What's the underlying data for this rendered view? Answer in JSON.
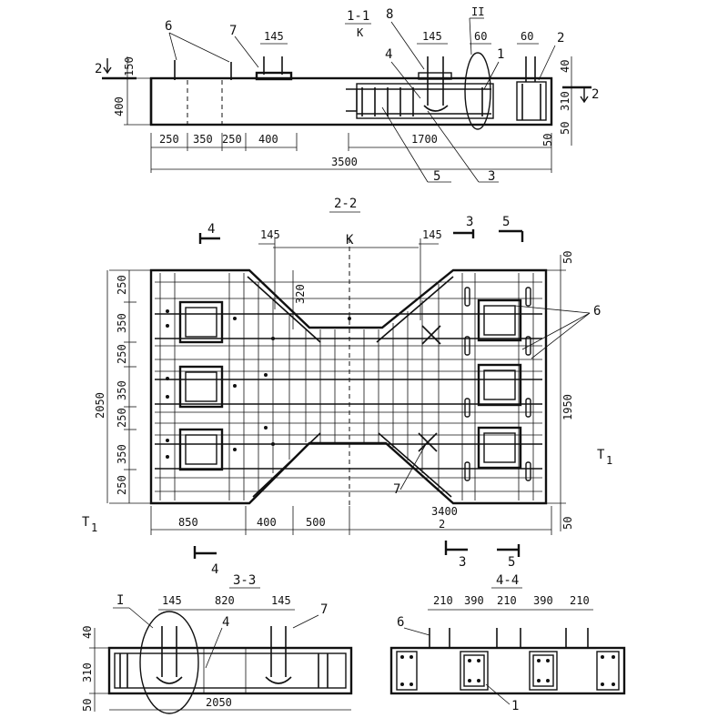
{
  "sections": {
    "s11": "1-1",
    "s22": "2-2",
    "s33": "3-3",
    "s44": "4-4"
  },
  "labels": {
    "k": "K",
    "roman2": "II",
    "roman1": "I",
    "T1": "T",
    "T1sub": "1"
  },
  "callouts": {
    "c1": "1",
    "c2": "2",
    "c3": "3",
    "c4": "4",
    "c5": "5",
    "c6": "6",
    "c7": "7",
    "c8": "8"
  },
  "cut_marks": {
    "m2": "2",
    "m3": "3",
    "m4": "4",
    "m5": "5"
  },
  "dims_top": {
    "d145a": "145",
    "d145b": "145",
    "d60a": "60",
    "d60b": "60",
    "d150": "150",
    "d400v": "400",
    "d40": "40",
    "d310": "310",
    "d50": "50",
    "d250a": "250",
    "d350": "350",
    "d250b": "250",
    "d400h": "400",
    "d1700": "1700",
    "d3500": "3500"
  },
  "dims_plan": {
    "d145a": "145",
    "d145b": "145",
    "d320": "320",
    "d50a": "50",
    "d50b": "50",
    "v250a": "250",
    "v350a": "350",
    "v250b": "250",
    "v350b": "350",
    "v250c": "250",
    "v350c": "350",
    "v250d": "250",
    "d2050": "2050",
    "d1950": "1950",
    "d850": "850",
    "d400": "400",
    "d500": "500",
    "d3400": "3400",
    "d2": "2"
  },
  "dims_33": {
    "d145a": "145",
    "d820": "820",
    "d145b": "145",
    "v40": "40",
    "v310": "310",
    "v50": "50",
    "d2050": "2050"
  },
  "dims_44": {
    "d210a": "210",
    "d390a": "390",
    "d210b": "210",
    "d390b": "390",
    "d210c": "210"
  }
}
